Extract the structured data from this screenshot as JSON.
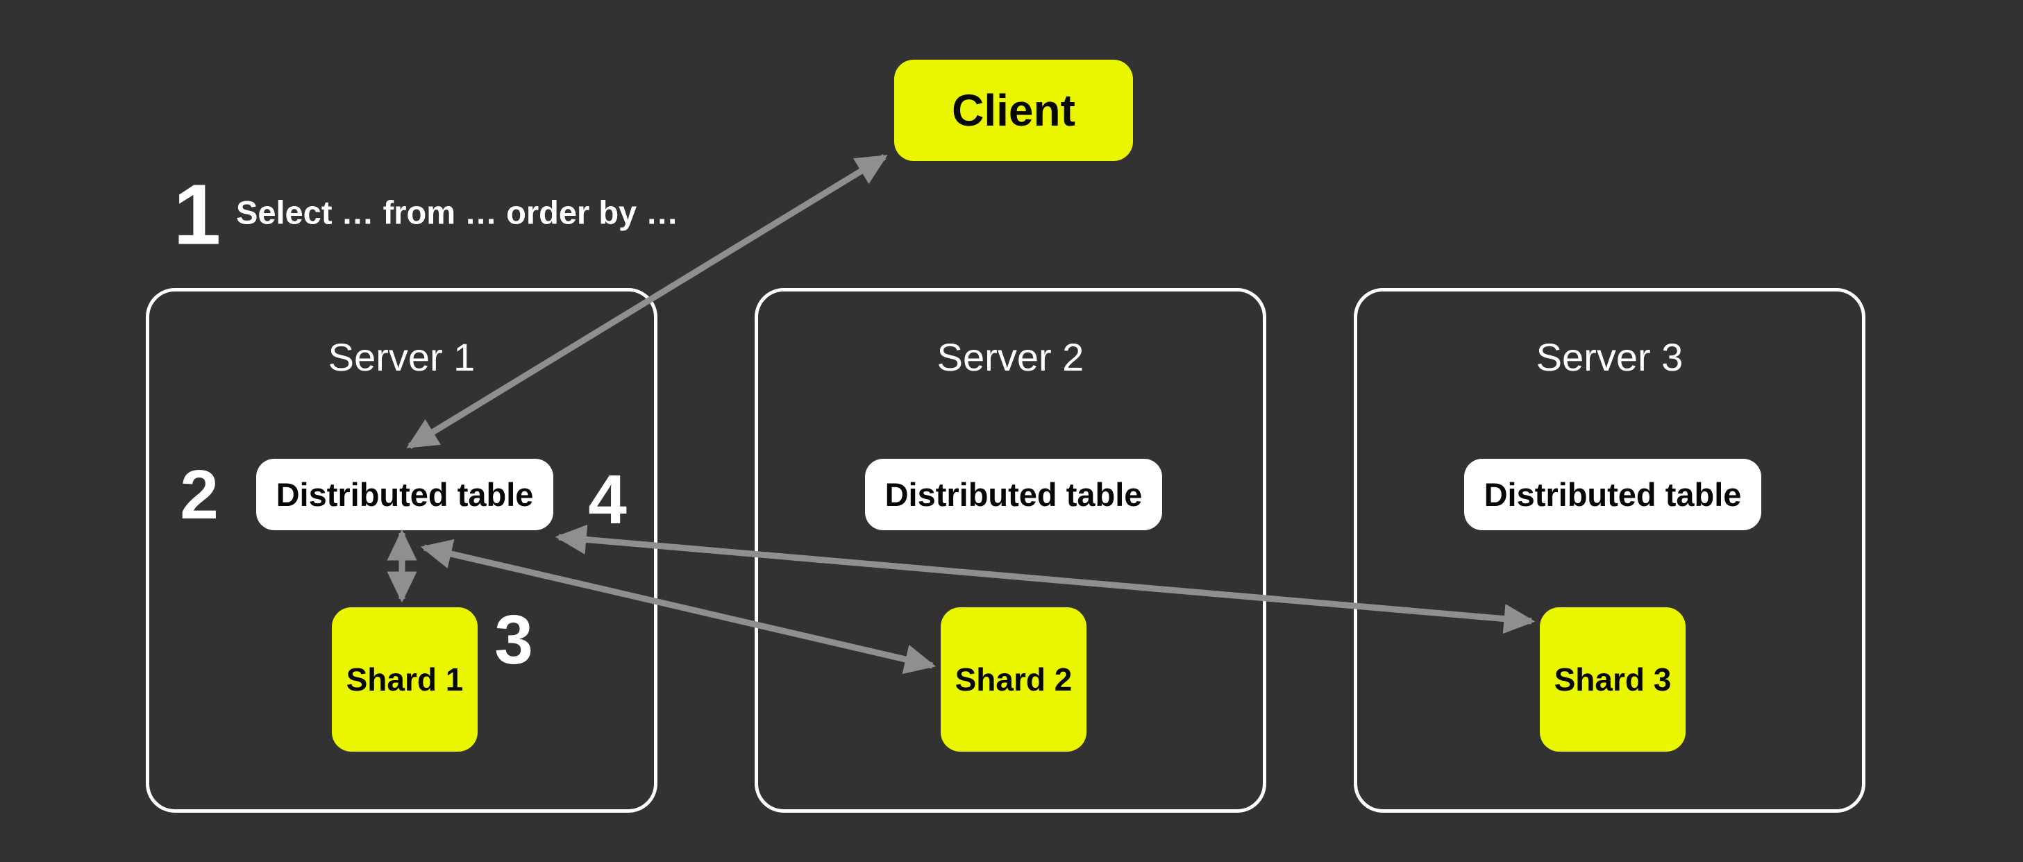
{
  "colors": {
    "background": "#323232",
    "panel_border": "#ffffff",
    "node_yellow": "#eaf500",
    "node_white": "#ffffff",
    "arrow": "#8f8f8f",
    "label_light": "#ffffff",
    "label_dark": "#070707"
  },
  "client": {
    "label": "Client"
  },
  "query_note": {
    "step": "1",
    "text": "Select … from … order by …"
  },
  "step_labels": {
    "step2": "2",
    "step3": "3",
    "step4": "4"
  },
  "servers": [
    {
      "name": "Server 1",
      "table_label": "Distributed table",
      "shard_label": "Shard 1"
    },
    {
      "name": "Server 2",
      "table_label": "Distributed table",
      "shard_label": "Shard 2"
    },
    {
      "name": "Server 3",
      "table_label": "Distributed table",
      "shard_label": "Shard 3"
    }
  ],
  "arrows": [
    {
      "id": "client-distributed",
      "from": "Client",
      "to": "Server 1 Distributed table",
      "bidirectional": true
    },
    {
      "id": "distributed-shard1",
      "from": "Server 1 Distributed table",
      "to": "Shard 1",
      "bidirectional": true
    },
    {
      "id": "distributed-shard2",
      "from": "Server 1 Distributed table",
      "to": "Shard 2",
      "bidirectional": true
    },
    {
      "id": "distributed-shard3",
      "from": "Server 1 Distributed table",
      "to": "Shard 3",
      "bidirectional": true
    }
  ]
}
